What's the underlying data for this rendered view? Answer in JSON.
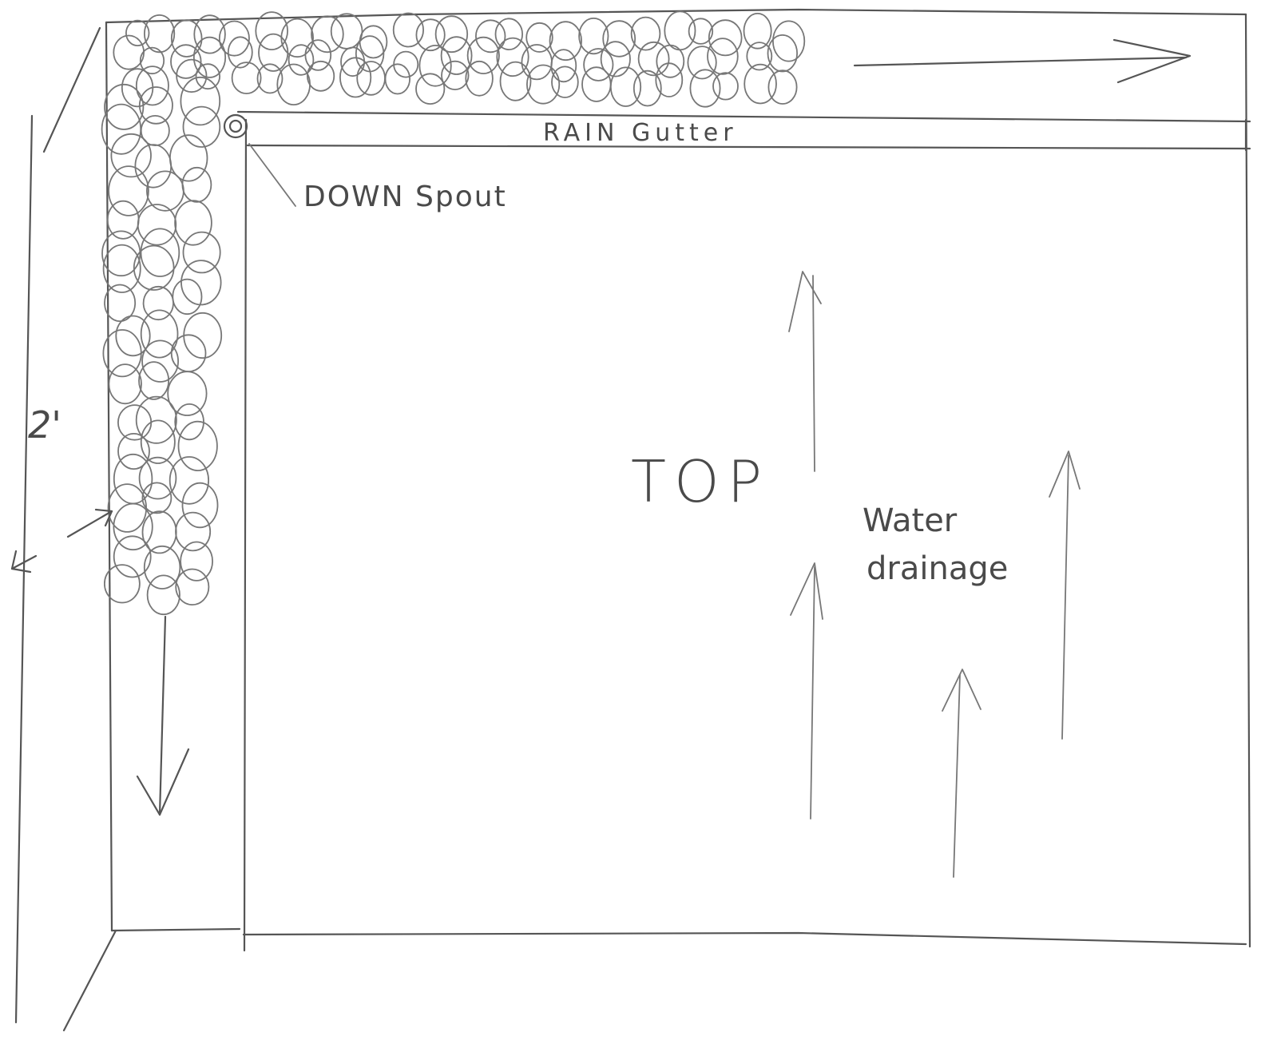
{
  "labels": {
    "gutter": "RAIN Gutter",
    "spout": "DOWN Spout",
    "top": "TOP",
    "water_line1": "Water",
    "water_line2": "drainage",
    "width": "2'"
  },
  "colors": {
    "pencil": "#555555",
    "paper": "#ffffff"
  }
}
